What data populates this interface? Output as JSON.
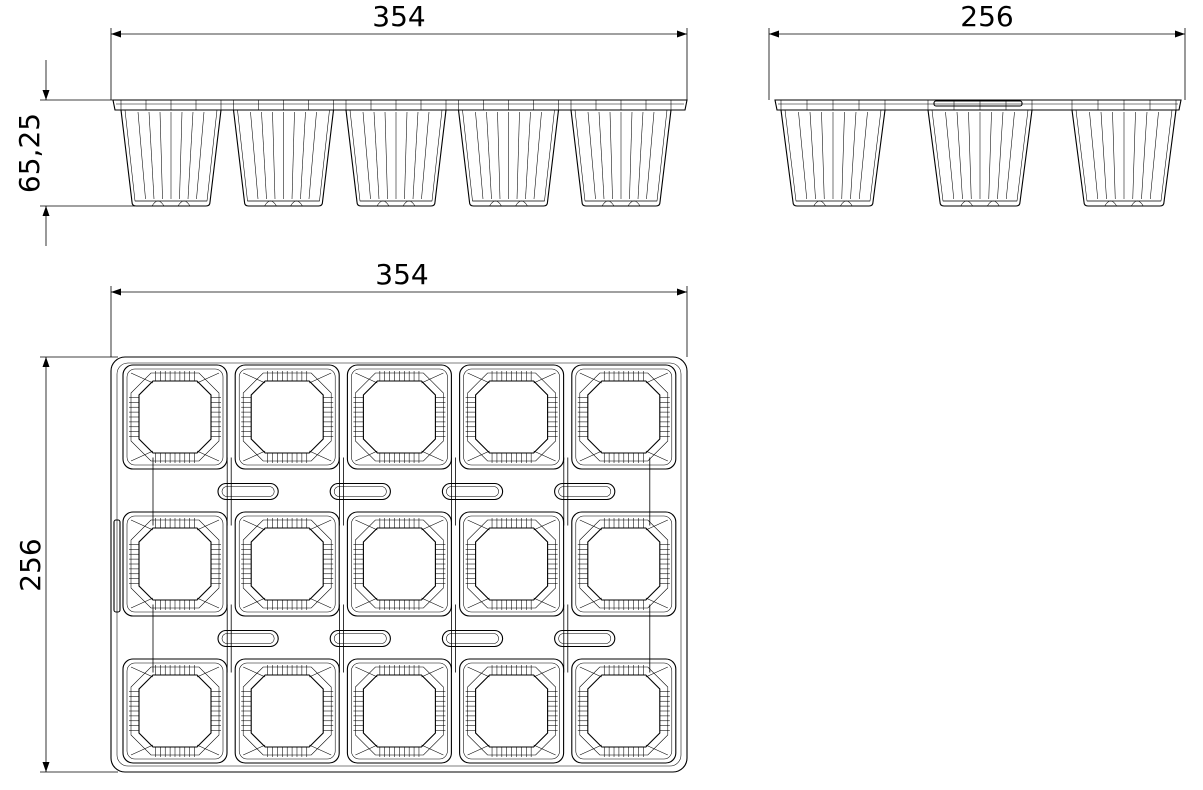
{
  "dimensions": {
    "front_width": "354",
    "front_height": "65,25",
    "side_width": "256",
    "top_width": "354",
    "top_height": "256"
  },
  "tray": {
    "rows": 3,
    "cols": 5
  },
  "colors": {
    "line": "#000000",
    "background": "#ffffff"
  }
}
